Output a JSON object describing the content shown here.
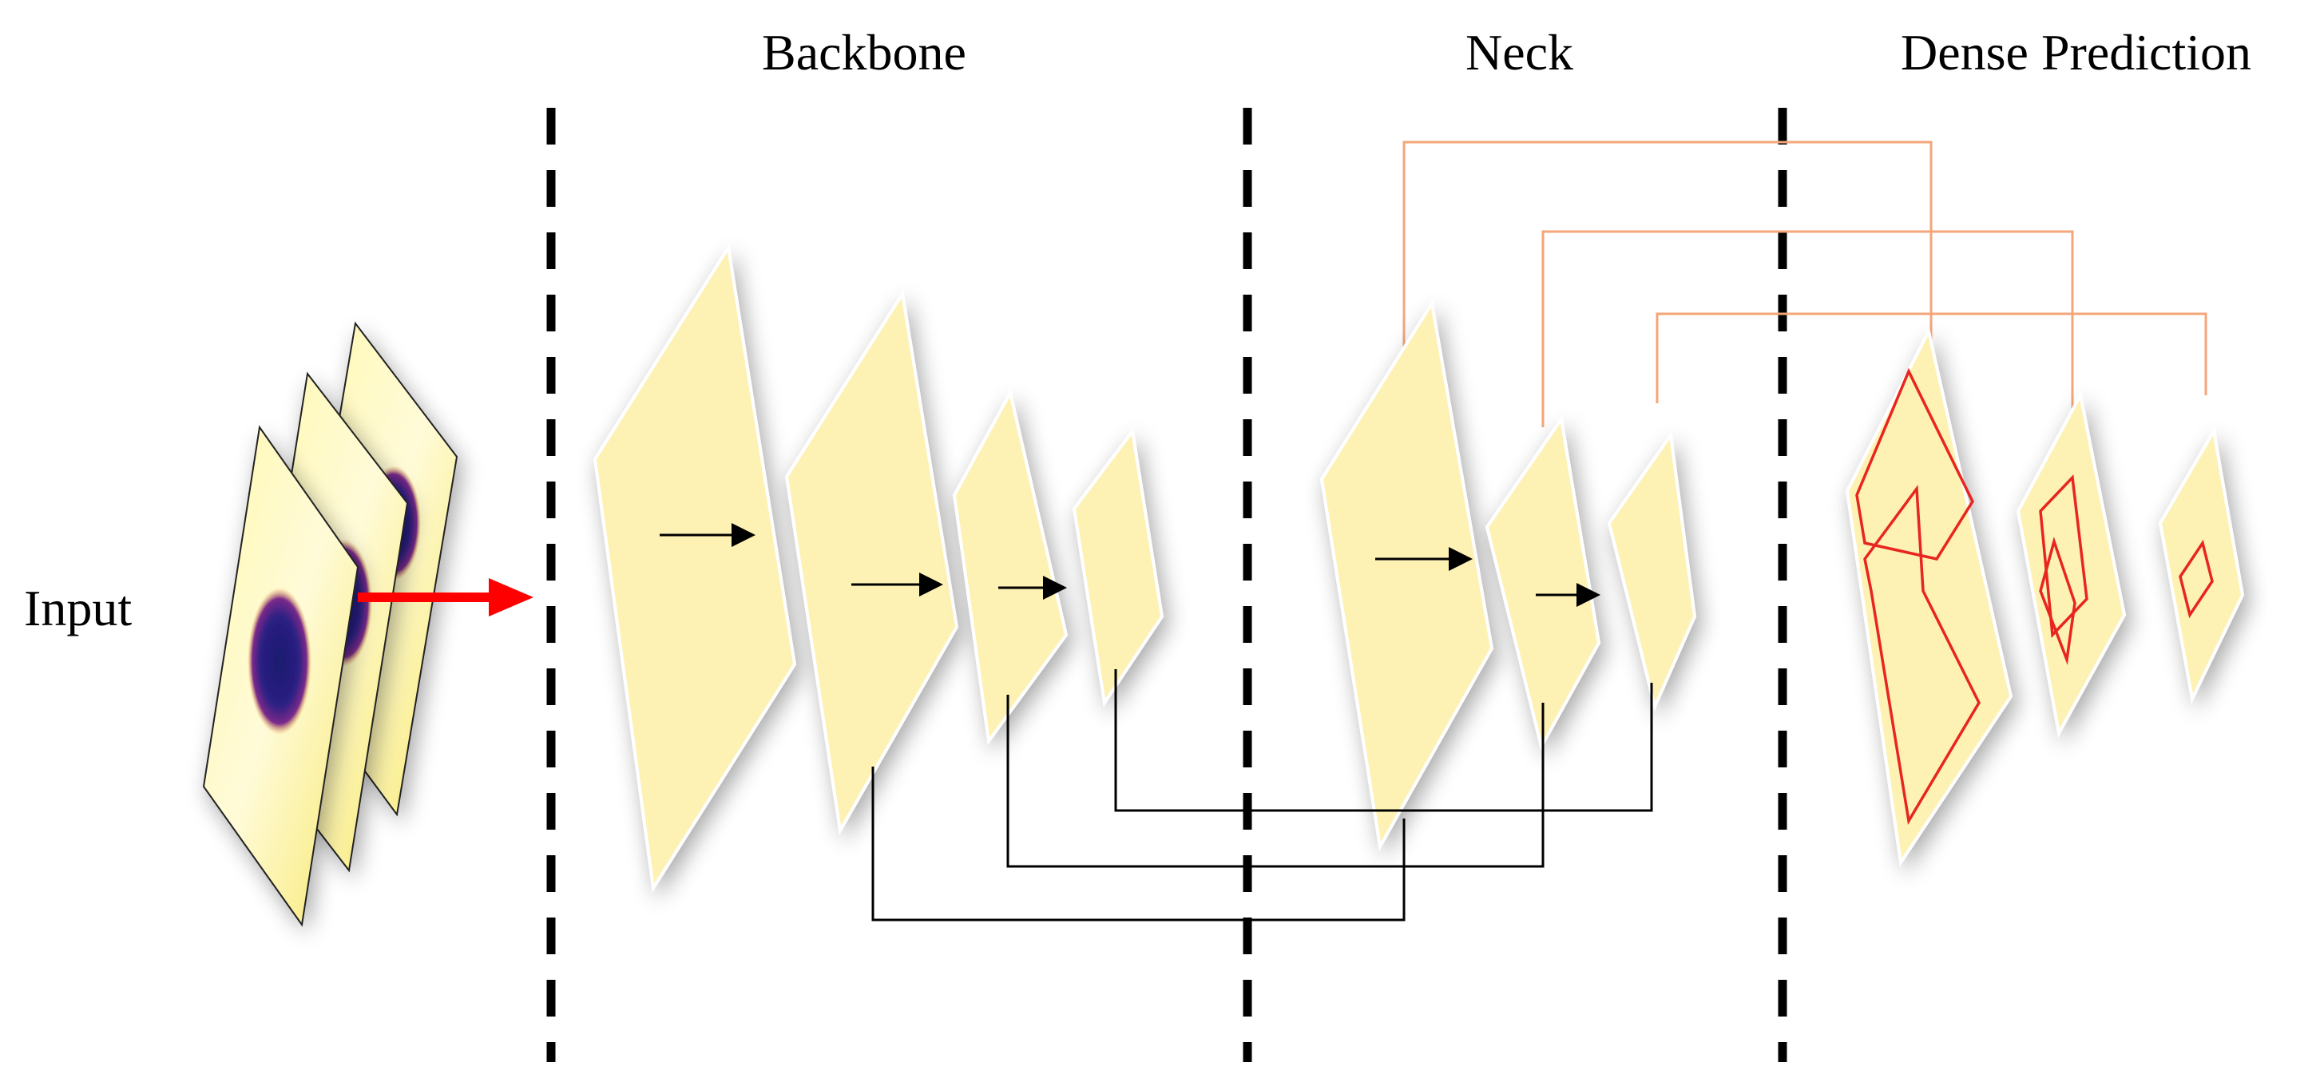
{
  "labels": {
    "input": "Input",
    "backbone": "Backbone",
    "neck": "Neck",
    "dense_prediction": "Dense Prediction"
  },
  "colors": {
    "layer_fill": "#FDF1B4",
    "layer_edge": "#FFFFFF",
    "skip_lines": "#000000",
    "top_down_lines": "#F4A57A",
    "input_arrow": "#FF0000",
    "detection_boxes": "#E8251E",
    "divider": "#000000"
  },
  "icons": {
    "input_stack": "thermal-image-stack-icon",
    "feature_maps": "feature-map-layer-icon"
  }
}
